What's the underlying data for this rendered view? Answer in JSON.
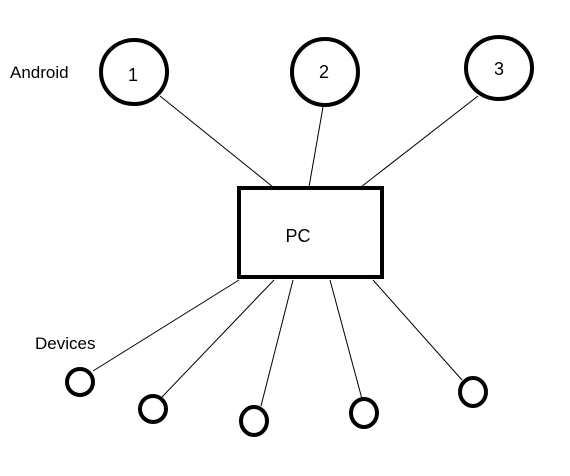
{
  "labels": {
    "android": "Android",
    "devices": "Devices"
  },
  "pc": {
    "label": "PC"
  },
  "android_nodes": [
    {
      "label": "1"
    },
    {
      "label": "2"
    },
    {
      "label": "3"
    }
  ],
  "colors": {
    "stroke": "#000000",
    "background": "#ffffff"
  }
}
